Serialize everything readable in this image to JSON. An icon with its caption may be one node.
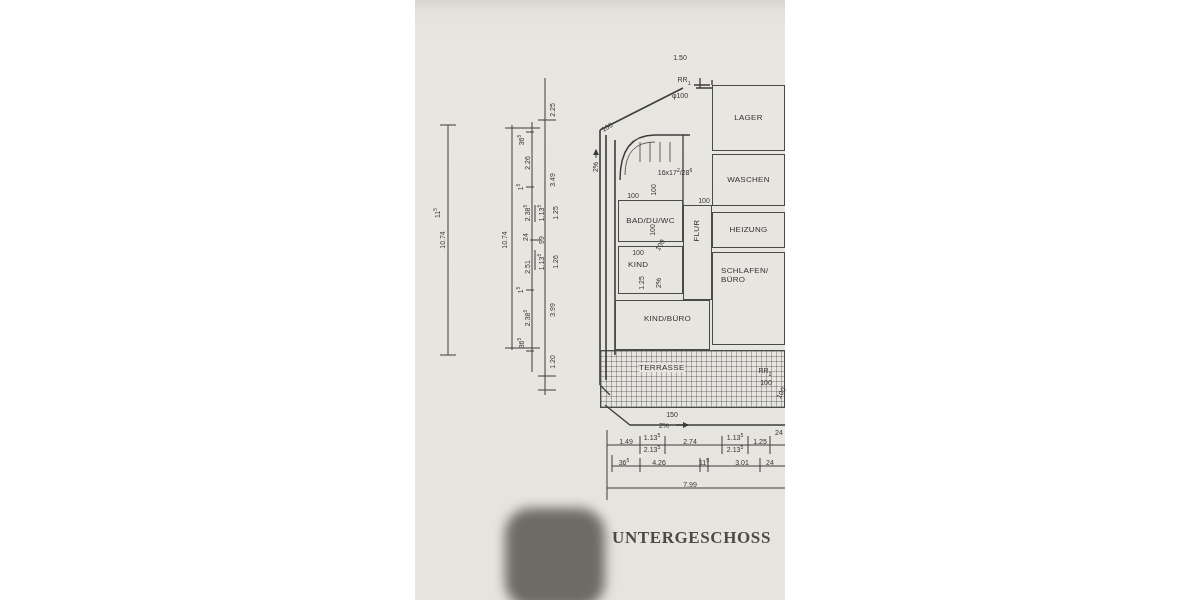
{
  "diagram": {
    "title": "UNTERGESCHOSS",
    "nodes": [
      {
        "text": [
          "LAGER"
        ]
      },
      {
        "text": [
          "WASCHEN"
        ]
      },
      {
        "text": [
          "BAD/DU/WC"
        ]
      },
      {
        "text": [
          "FLUR"
        ]
      },
      {
        "text": [
          "HEIZUNG"
        ]
      },
      {
        "text": [
          "KIND"
        ]
      },
      {
        "text": [
          "SCHLAFEN/ BÜRO"
        ]
      },
      {
        "text": [
          "KIND/BÜRO"
        ]
      },
      {
        "text": [
          "TERRASSE"
        ]
      }
    ],
    "labels": [
      "1.50",
      "11$^{5}$",
      "10.74",
      "10.74",
      "36$^{5}$",
      "2.26",
      "1$^{5}$",
      "2.38$^{5}$",
      "24",
      "2.51",
      "1$^{5}$",
      "2.38$^{5}$",
      "36$^{5}$",
      "2.25",
      "3.49",
      "1.13$^{5}$",
      "1.25",
      "99",
      "1.13$^{5}$",
      "1.26",
      "3.99",
      "1.20",
      "RR$_{1}$",
      "φ100",
      "100",
      "2%",
      "16x17$^{2}$/28$^{6}$",
      "100",
      "100",
      "100",
      "100",
      "100",
      "100",
      "1.25",
      "2%",
      "RR$_{2}$",
      "100",
      "100",
      "150",
      "2%",
      "1.49",
      "1.13$^{5}$",
      "2.13$^{5}$",
      "2.74",
      "1.13$^{5}$",
      "2.13$^{5}$",
      "1.25",
      "24",
      "36$^{5}$",
      "4.26",
      "11$^{5}$",
      "3.01",
      "24",
      "7.99"
    ]
  }
}
